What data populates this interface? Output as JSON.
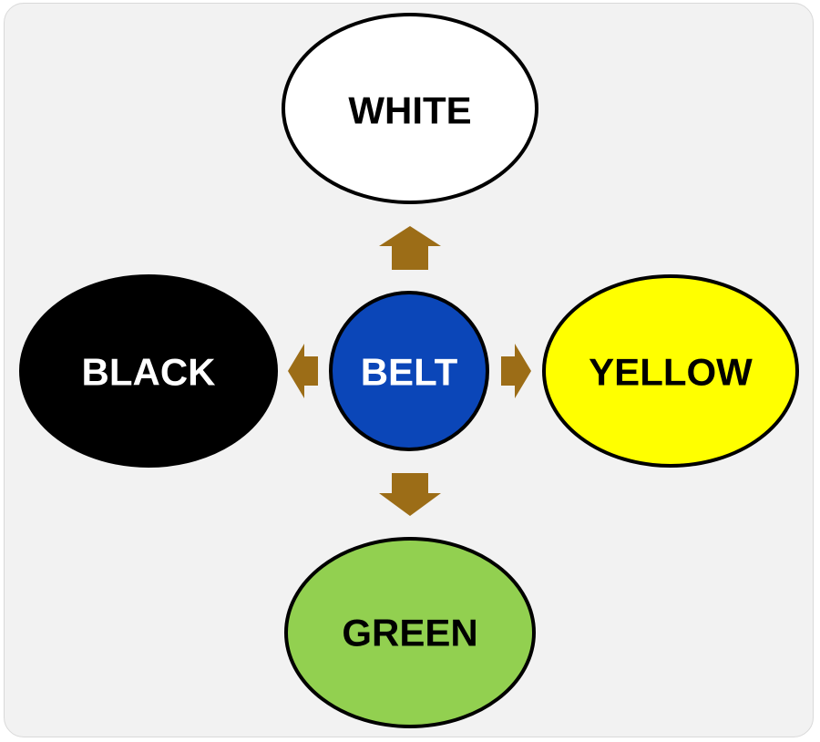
{
  "diagram": {
    "center": {
      "label": "BELT",
      "fill": "#0b46b8",
      "text_color": "#ffffff"
    },
    "nodes": {
      "top": {
        "label": "WHITE",
        "fill": "#ffffff",
        "text_color": "#000000"
      },
      "left": {
        "label": "BLACK",
        "fill": "#000000",
        "text_color": "#ffffff"
      },
      "right": {
        "label": "YELLOW",
        "fill": "#ffff00",
        "text_color": "#000000"
      },
      "bottom": {
        "label": "GREEN",
        "fill": "#92d050",
        "text_color": "#000000"
      }
    },
    "arrow_color": "#9c6d17",
    "background": "#f2f2f2"
  }
}
